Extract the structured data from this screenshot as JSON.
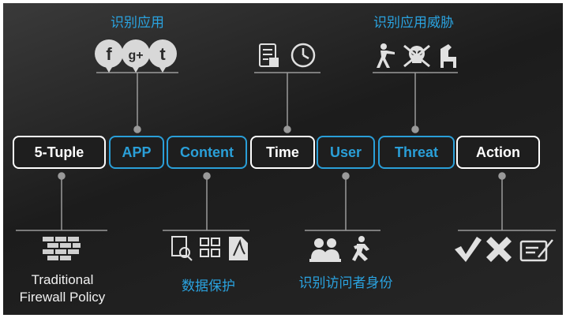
{
  "labels": {
    "identify_app": "识别应用",
    "identify_threat": "识别应用威胁",
    "traditional_line1": "Traditional",
    "traditional_line2": "Firewall Policy",
    "data_protection": "数据保护",
    "identify_user": "识别访问者身份"
  },
  "boxes": {
    "five_tuple": "5-Tuple",
    "app": "APP",
    "content": "Content",
    "time": "Time",
    "user": "User",
    "threat": "Threat",
    "action": "Action"
  },
  "icons": {
    "facebook": "f",
    "googleplus": "g+",
    "twitter": "t"
  },
  "colors": {
    "accent": "#2aa3e0",
    "white_box": "#ffffff"
  }
}
